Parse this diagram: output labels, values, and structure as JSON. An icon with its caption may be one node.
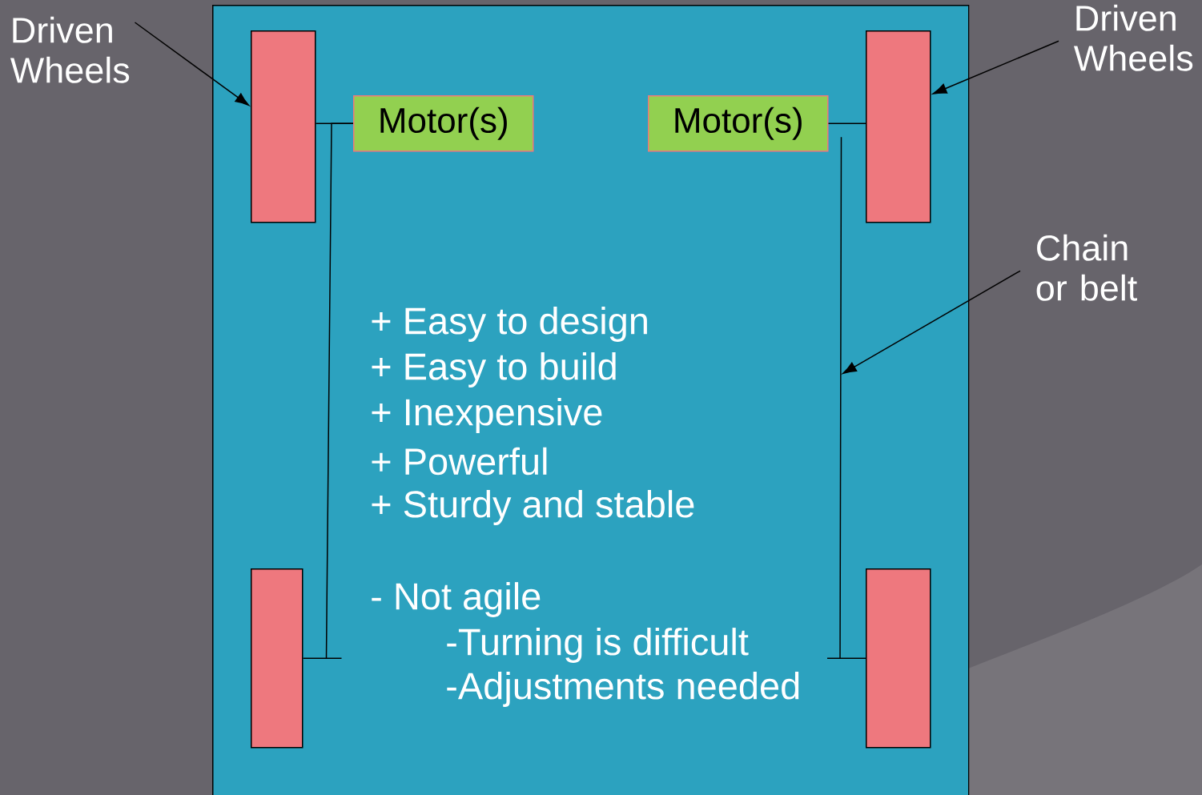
{
  "diagram": {
    "nodes": [
      {
        "text": [],
        "shape": "box"
      },
      {
        "text": [],
        "shape": "box",
        "in": 0
      },
      {
        "text": [
          "Motor(s)"
        ],
        "in": 0
      },
      {
        "text": [
          "Motor(s)"
        ],
        "in": 0
      },
      {
        "text": [],
        "shape": "box",
        "in": 0
      },
      {
        "text": [],
        "shape": "box",
        "in": 0
      },
      {
        "text": [],
        "shape": "box",
        "in": 0
      },
      {
        "text": [
          "Driven Wheels"
        ]
      },
      {
        "text": [
          "Driven Wheels"
        ]
      },
      {
        "text": [
          "Chain or belt"
        ]
      }
    ],
    "edges": [
      {
        "from": 1,
        "to": 2,
        "arrow": "none"
      },
      {
        "from": 3,
        "to": 4,
        "arrow": "none"
      },
      {
        "from": 2,
        "to": 5,
        "arrow": "none"
      },
      {
        "from": 3,
        "to": 6,
        "arrow": "none"
      },
      {
        "from": 7,
        "to": 1,
        "arrow": "to"
      },
      {
        "from": 8,
        "to": 4,
        "arrow": "to"
      },
      {
        "from": 9,
        "to": null,
        "arrow": "to"
      }
    ],
    "labels": [
      "+ Easy to design",
      "+ Easy to build",
      "+ Inexpensive",
      "+ Powerful",
      "+ Sturdy and stable",
      "- Not agile",
      "-Turning is difficult",
      "-Adjustments needed"
    ]
  }
}
